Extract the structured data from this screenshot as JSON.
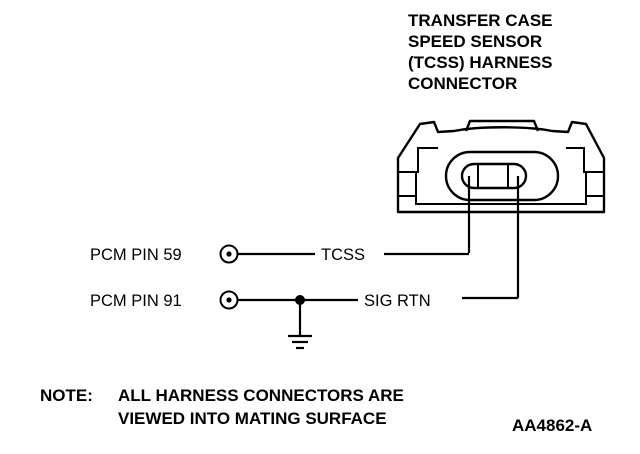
{
  "connector_title": {
    "lines": [
      "TRANSFER CASE",
      "SPEED SENSOR",
      "(TCSS) HARNESS",
      "CONNECTOR"
    ]
  },
  "pins": [
    {
      "pcm_label": "PCM PIN 59",
      "signal_label": "TCSS"
    },
    {
      "pcm_label": "PCM PIN 91",
      "signal_label": "SIG RTN"
    }
  ],
  "note": {
    "prefix": "NOTE:",
    "lines": [
      "ALL HARNESS CONNECTORS ARE",
      "VIEWED INTO MATING SURFACE"
    ]
  },
  "figure_id": "AA4862-A",
  "colors": {
    "ink": "#000000",
    "paper": "#ffffff"
  }
}
